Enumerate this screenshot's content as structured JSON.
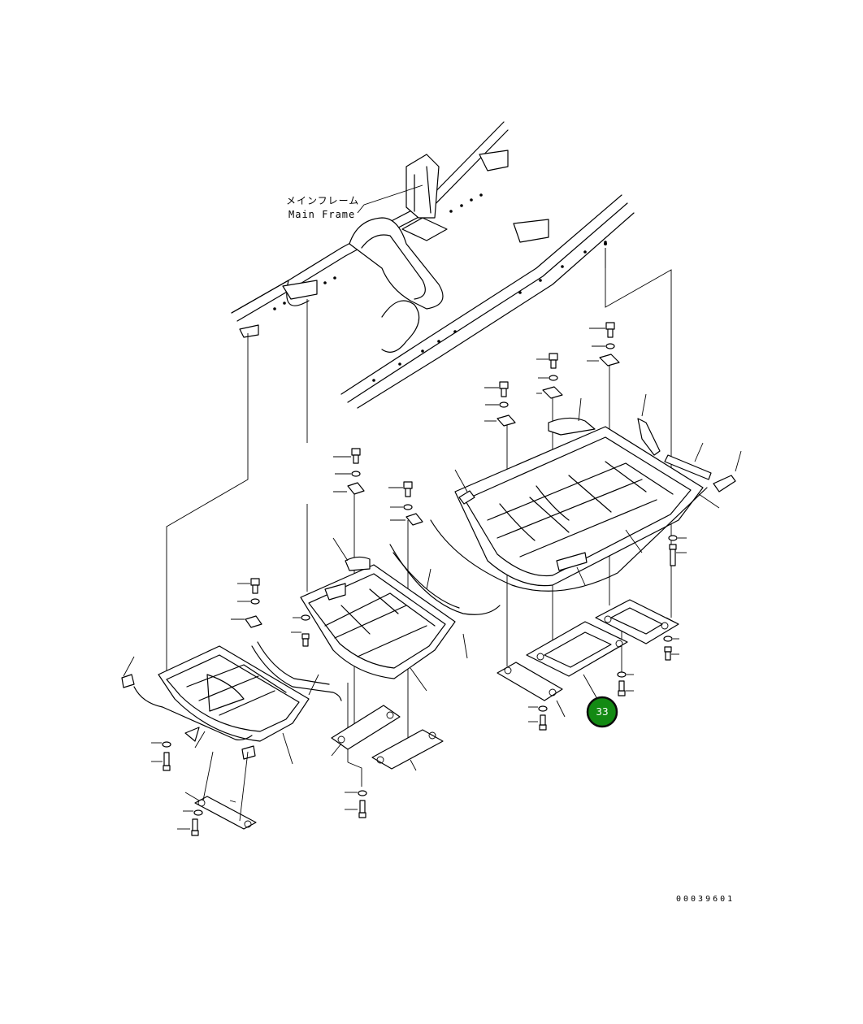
{
  "diagram": {
    "label_jp": "メインフレーム",
    "label_en": "Main Frame",
    "callout": {
      "number": "33",
      "color": "#138a13"
    },
    "doc_number": "00039601"
  }
}
